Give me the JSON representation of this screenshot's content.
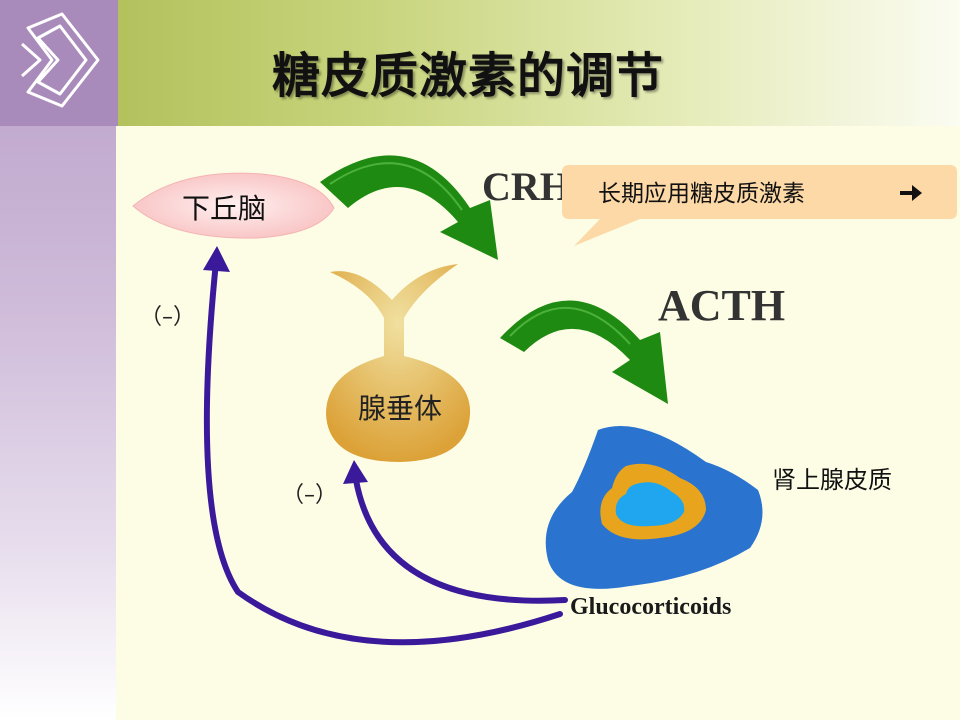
{
  "slide": {
    "title": "糖皮质激素的调节"
  },
  "diagram": {
    "nodes": {
      "hypothalamus": "下丘脑",
      "pituitary": "腺垂体",
      "adrenal_cortex": "肾上腺皮质",
      "glucocorticoids": "Glucocorticoids"
    },
    "hormones": {
      "crh": "CRH",
      "acth": "ACTH"
    },
    "callout": "长期应用糖皮质激素",
    "feedback_labels": {
      "to_hypothalamus": "（–）",
      "to_pituitary": "（–）"
    }
  },
  "colors": {
    "stimulatory_arrow": "#1f8a12",
    "feedback_arrow": "#3a1a9a",
    "adrenal_outer": "#2a74d0",
    "adrenal_middle": "#e8a41c",
    "adrenal_inner": "#1fa6ee",
    "callout_fill": "#fcd9a6",
    "hypothalamus_fill": "#fbc9c9",
    "pituitary_fill": "#e8b44a"
  }
}
